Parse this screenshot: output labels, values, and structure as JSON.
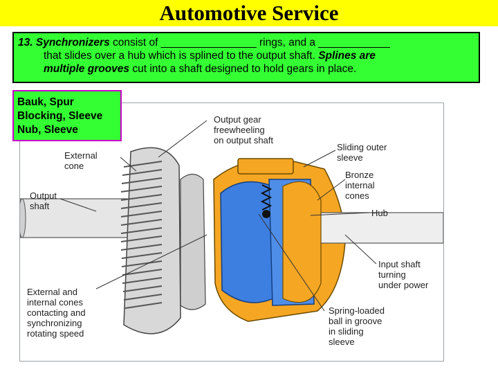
{
  "title": "Automotive Service",
  "question": {
    "number": "13.",
    "line1_term": "Synchronizers",
    "line1_a": " consist of ________________ rings, and a ____________",
    "line2": "that slides over a hub which is splined to the output shaft.  ",
    "line2_term": "Splines are",
    "line3_term": "multiple grooves",
    "line3_rest": " cut into a shaft designed to hold gears in place."
  },
  "answers": [
    "Bauk, Spur",
    "Blocking, Sleeve",
    "Nub, Sleeve"
  ],
  "diagram_labels": {
    "output_gear": [
      "Output gear",
      "freewheeling",
      "on output shaft"
    ],
    "external_cone": [
      "External",
      "cone"
    ],
    "sliding_sleeve": [
      "Sliding outer",
      "sleeve"
    ],
    "bronze_cones": [
      "Bronze",
      "internal",
      "cones"
    ],
    "output_shaft": [
      "Output",
      "shaft"
    ],
    "hub": [
      "Hub"
    ],
    "input_shaft": [
      "Input shaft",
      "turning",
      "under power"
    ],
    "cones_contact": [
      "External and",
      "internal cones",
      "contacting and",
      "synchronizing",
      "rotating speed"
    ],
    "spring_ball": [
      "Spring-loaded",
      "ball in groove",
      "in sliding",
      "sleeve"
    ]
  },
  "colors": {
    "title_bg": "#ffff00",
    "box_green": "#33ff33",
    "answer_border": "#cc00cc",
    "blue_part": "#3d7fe0",
    "orange_part": "#f5a623"
  }
}
